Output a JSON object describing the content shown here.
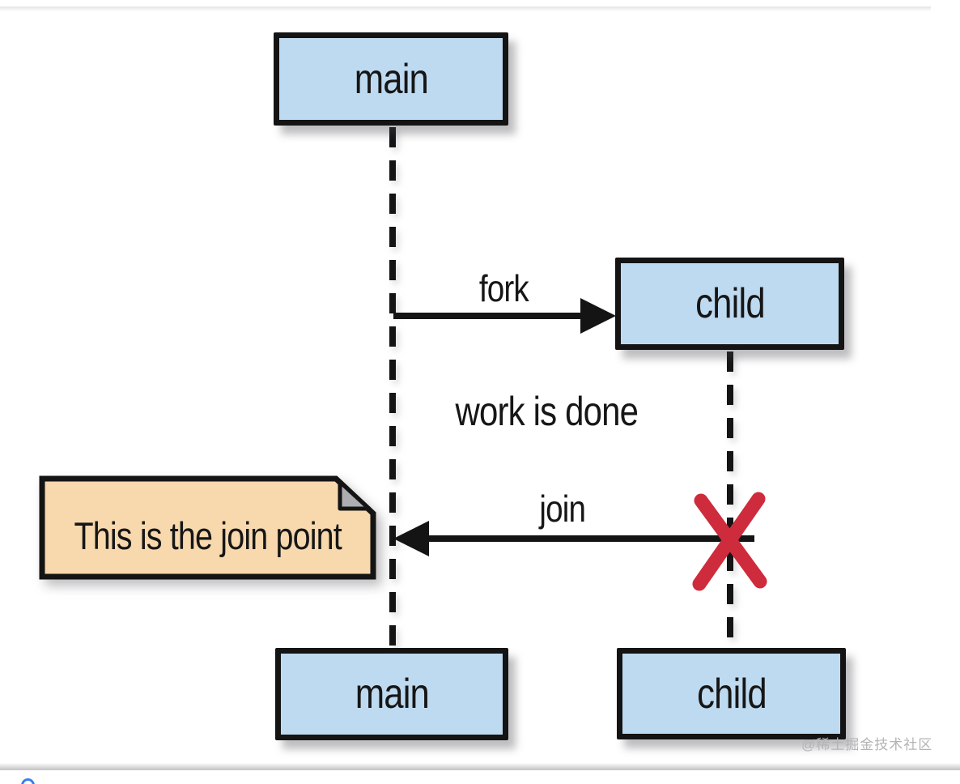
{
  "diagram": {
    "actors": {
      "main_top": {
        "label": "main"
      },
      "child_top": {
        "label": "child"
      },
      "main_bottom": {
        "label": "main"
      },
      "child_bottom": {
        "label": "child"
      }
    },
    "messages": {
      "fork_label": "fork",
      "work_done_label": "work is done",
      "join_label": "join"
    },
    "note_text": "This is the join point",
    "watermark_text": "@稀土掘金技术社区",
    "colors": {
      "actor_fill": "#bedaf0",
      "actor_border": "#141414",
      "lifeline": "#141414",
      "arrow": "#141414",
      "note_fill": "#f8d8ad",
      "note_fold": "#aeaeb2",
      "note_border": "#141414",
      "x_mark_red": "#ce2b3c",
      "watermark_gray": "#b4b4b6",
      "bottom_icon_blue": "#3b7ff0"
    }
  }
}
